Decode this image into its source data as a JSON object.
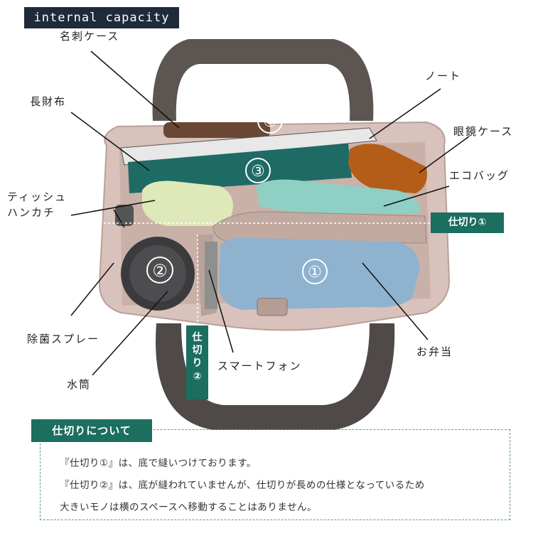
{
  "header": {
    "tag": "internal capacity"
  },
  "labels": {
    "card_case": "名刺ケース",
    "long_wallet": "長財布",
    "notebook": "ノート",
    "glasses_case": "眼鏡ケース",
    "eco_bag": "エコバッグ",
    "tissue_line1": "ティッシュ",
    "tissue_line2": "ハンカチ",
    "sanitizer_spray": "除菌スプレー",
    "water_bottle": "水筒",
    "smartphone": "スマートフォン",
    "lunch_box": "お弁当"
  },
  "compartments": {
    "n1": "①",
    "n2": "②",
    "n3": "③",
    "n4": "④"
  },
  "dividers": {
    "divider1": "仕切り①",
    "divider2_chars": [
      "仕",
      "切",
      "り",
      "②"
    ]
  },
  "note": {
    "title": "仕切りについて",
    "line1": "『仕切り①』は、底で縫いつけております。",
    "line2": "『仕切り②』は、底が縫われていませんが、仕切りが長めの仕様となっているため",
    "line3": "大きいモノは横のスペースへ移動することはありません。"
  },
  "colors": {
    "header_bg": "#1f2a3b",
    "accent_green": "#1c6e5f",
    "bag_body": "#d8c2bb",
    "strap": "#5c5552",
    "lunch_cloth": "#8fb2cf"
  }
}
